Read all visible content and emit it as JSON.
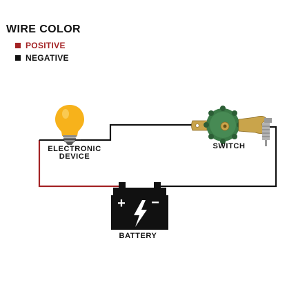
{
  "legend": {
    "title": "WIRE COLOR",
    "items": [
      {
        "label": "POSITIVE",
        "color": "#a32224"
      },
      {
        "label": "NEGATIVE",
        "color": "#111111"
      }
    ]
  },
  "components": {
    "device": {
      "label_line1": "ELECTRONIC",
      "label_line2": "DEVICE",
      "icon": "light-bulb-icon"
    },
    "switch": {
      "label": "SWITCH",
      "icon": "battery-disconnect-switch-icon"
    },
    "battery": {
      "label": "BATTERY",
      "icon": "battery-icon",
      "plus": "+",
      "minus": "−"
    }
  },
  "colors": {
    "positive_wire": "#a32224",
    "negative_wire": "#111111",
    "bulb": "#f7b21b",
    "switch_knob": "#3b7a47",
    "brass": "#c9a44b"
  }
}
